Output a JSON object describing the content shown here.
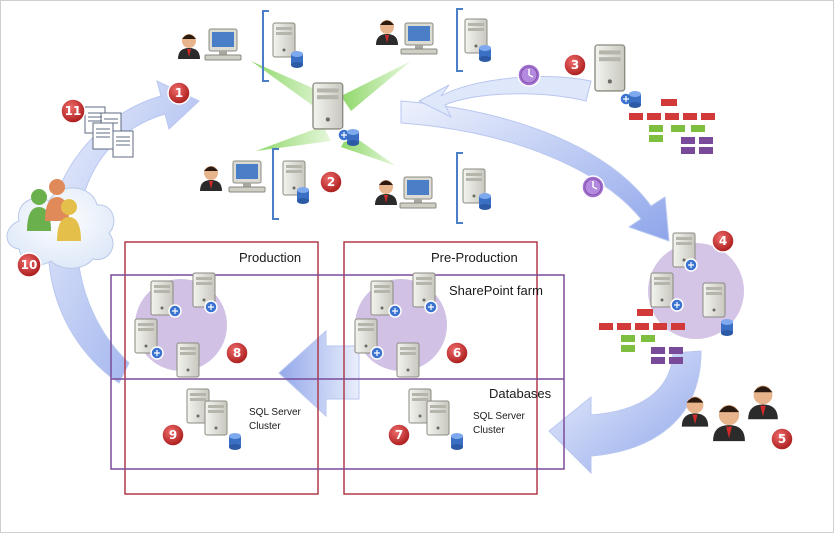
{
  "labels": {
    "production": "Production",
    "pre_production": "Pre-Production",
    "sharepoint_farm": "SharePoint farm",
    "databases": "Databases",
    "sql_left_line1": "SQL Server",
    "sql_left_line2": "Cluster",
    "sql_right_line1": "SQL Server",
    "sql_right_line2": "Cluster"
  },
  "badges": [
    "1",
    "2",
    "3",
    "4",
    "5",
    "6",
    "7",
    "8",
    "9",
    "10",
    "11"
  ],
  "icons": [
    "user-workstation-icon",
    "server-icon",
    "database-icon",
    "timer-clock-icon",
    "org-chart-icon",
    "people-group-icon",
    "document-stack-icon",
    "cloud-icon",
    "process-arrow-icon"
  ],
  "colors": {
    "badge": "#c62828",
    "arrow": "#9fb3ee",
    "green_link": "#a8e08a",
    "production_border": "#b03a4a",
    "farm_border": "#7a4c9a",
    "farm_circle": "#c9b6e0",
    "org_red": "#d23a3a",
    "org_green": "#7fbf3f",
    "org_purple": "#7a4a9a"
  }
}
